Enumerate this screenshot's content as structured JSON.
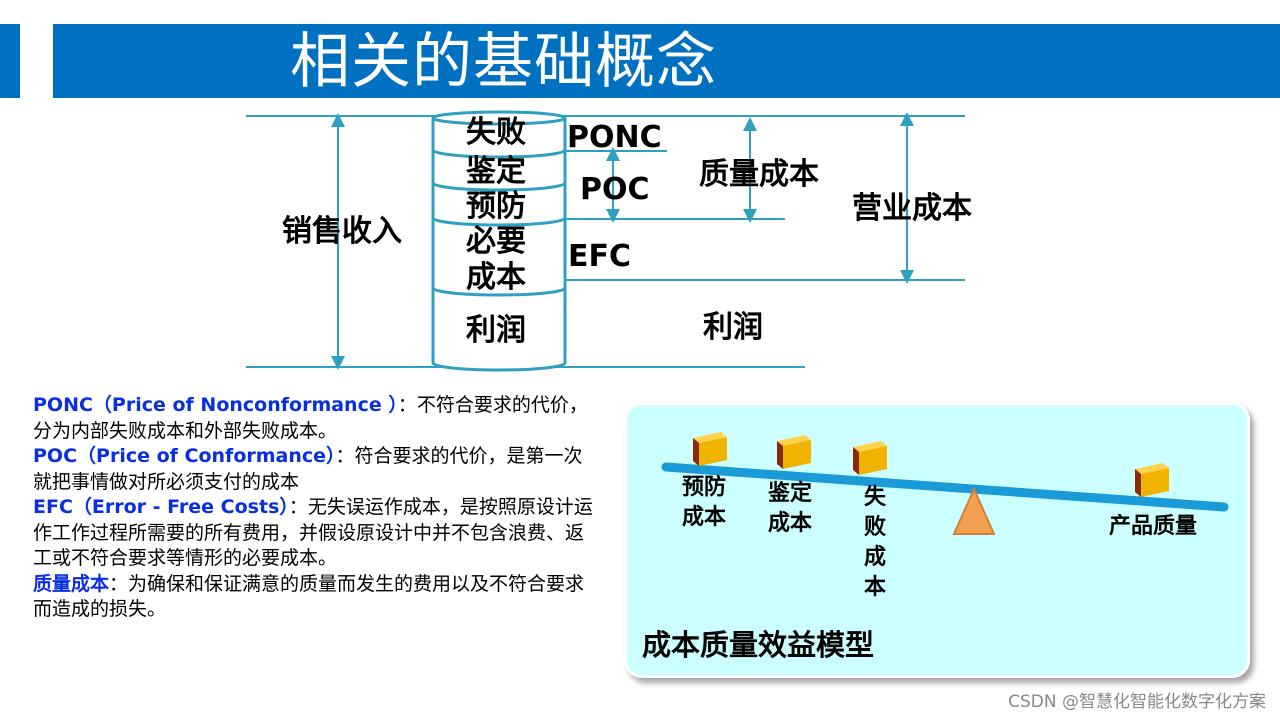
{
  "header": {
    "title": "相关的基础概念"
  },
  "diagram": {
    "cylinder_segments": [
      "失败",
      "鉴定",
      "预防",
      "必要",
      "成本",
      "利润"
    ],
    "sales_revenue": "销售收入",
    "ponc": "PONC",
    "poc": "POC",
    "efc": "EFC",
    "quality_cost": "质量成本",
    "operating_cost": "营业成本",
    "profit": "利润"
  },
  "definitions": [
    {
      "term": "PONC（Price of Nonconformance ）",
      "text": "：不符合要求的代价，分为内部失败成本和外部失败成本。"
    },
    {
      "term": "POC（Price of Conformance）",
      "text": "：符合要求的代价，是第一次就把事情做对所必须支付的成本"
    },
    {
      "term": "EFC（Error - Free Costs）",
      "text": "：无失误运作成本，是按照原设计运作工作过程所需要的所有费用，并假设原设计中并不包含浪费、返工或不符合要求等情形的必要成本。"
    },
    {
      "term": "质量成本",
      "text": "：为确保和保证满意的质量而发生的费用以及不符合要求而造成的损失。"
    }
  ],
  "model": {
    "title": "成本质量效益模型",
    "labels": {
      "prevention": "预防\n成本",
      "appraisal": "鉴定\n成本",
      "failure": "失\n败\n成\n本",
      "product_quality": "产品质量"
    },
    "colors": {
      "panel": "#ccffff",
      "beam": "#1a9ad6",
      "fulcrum": "#f0a050",
      "cube": "#f0b400"
    }
  },
  "footer": {
    "watermark": "CSDN @智慧化智能化数字化方案"
  },
  "colors": {
    "header_bar": "#0070c0",
    "line": "#30a0c0",
    "term": "#0a2fe0"
  }
}
